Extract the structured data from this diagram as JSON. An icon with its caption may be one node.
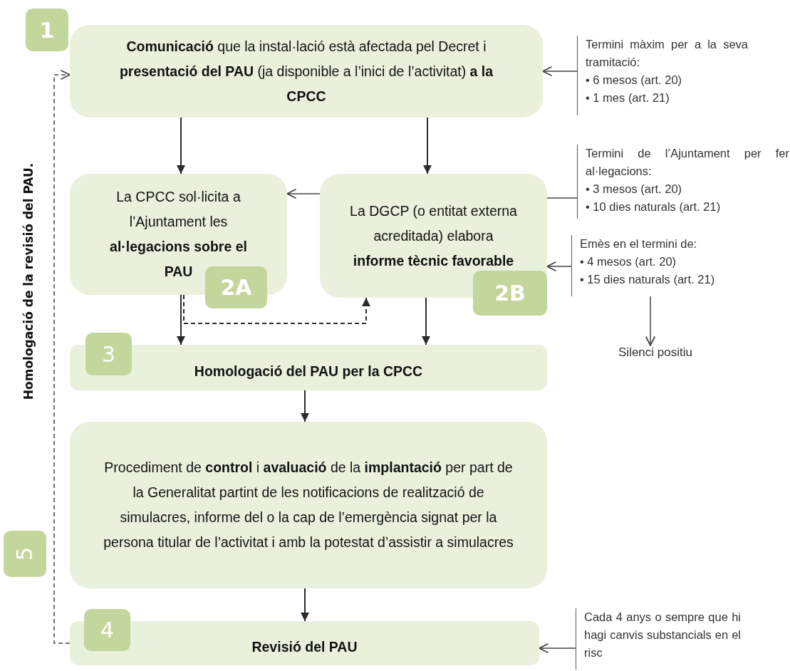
{
  "diagram": {
    "nodes": [
      {
        "text": [
          "**Comunicació** que la instal·lació està afectada pel Decret i **presentació del PAU** (ja disponible a l’inici de l’activitat) **a la CPCC**"
        ]
      },
      {
        "text": [
          "La CPCC sol·licita a l’Ajuntament les **al·legacions sobre el PAU**"
        ]
      },
      {
        "text": [
          "La DGCP (o entitat externa acreditada) elabora **informe tècnic favorable**"
        ]
      },
      {
        "text": [
          "Homologació del PAU per la CPCC"
        ]
      },
      {
        "text": [
          "Procediment de **control** i **avaluació** de la **implantació** per part de la Generalitat partint de les notificacions de realització de simulacres, informe del o la cap de l’emergència signat per la persona titular de l’activitat i amb la potestat d’assistir a simulacres"
        ]
      },
      {
        "text": [
          "Revisió del PAU"
        ]
      },
      {
        "text": [
          "1"
        ]
      },
      {
        "text": [
          "2A"
        ]
      },
      {
        "text": [
          "2B"
        ]
      },
      {
        "text": [
          "3"
        ]
      },
      {
        "text": [
          "5"
        ]
      },
      {
        "text": [
          "4"
        ]
      },
      {
        "text": [
          "Termini màxim per a la seva tramitació:",
          "• 6 mesos (art. 20)",
          "• 1 mes (art. 21)"
        ]
      },
      {
        "text": [
          "Termini de l’Ajuntament per fer al·legacions:",
          "• 3 mesos (art. 20)",
          "• 10 dies naturals (art. 21)"
        ]
      },
      {
        "text": [
          "Emès en el termini de:",
          "• 4 mesos (art. 20)",
          "• 15 dies naturals (art. 21)"
        ]
      },
      {
        "text": [
          "Silenci positiu"
        ]
      },
      {
        "text": [
          "Cada 4 anys o sempre que hi hagi canvis substancials en el risc"
        ]
      }
    ],
    "edges": [
      {
        "from": 0,
        "to": 1,
        "arrow": "to"
      },
      {
        "from": 0,
        "to": 2,
        "arrow": "to"
      },
      {
        "from": 2,
        "to": 1,
        "arrow": "to"
      },
      {
        "from": 1,
        "to": 3,
        "arrow": "to"
      },
      {
        "from": 1,
        "to": 2,
        "arrow": "to",
        "style": "dashed"
      },
      {
        "from": 2,
        "to": 3,
        "arrow": "to"
      },
      {
        "from": 3,
        "to": 4,
        "arrow": "to"
      },
      {
        "from": 4,
        "to": 5,
        "arrow": "to"
      },
      {
        "from": 5,
        "to": 0,
        "arrow": "to",
        "style": "dashed",
        "label": "Homologació de la revisió del PAU."
      },
      {
        "from": 12,
        "to": 0,
        "arrow": "to"
      },
      {
        "from": 2,
        "to": 13,
        "arrow": "none"
      },
      {
        "from": 14,
        "to": 2,
        "arrow": "to"
      },
      {
        "from": 14,
        "to": 15,
        "arrow": "to"
      },
      {
        "from": 16,
        "to": 5,
        "arrow": "to"
      }
    ]
  }
}
